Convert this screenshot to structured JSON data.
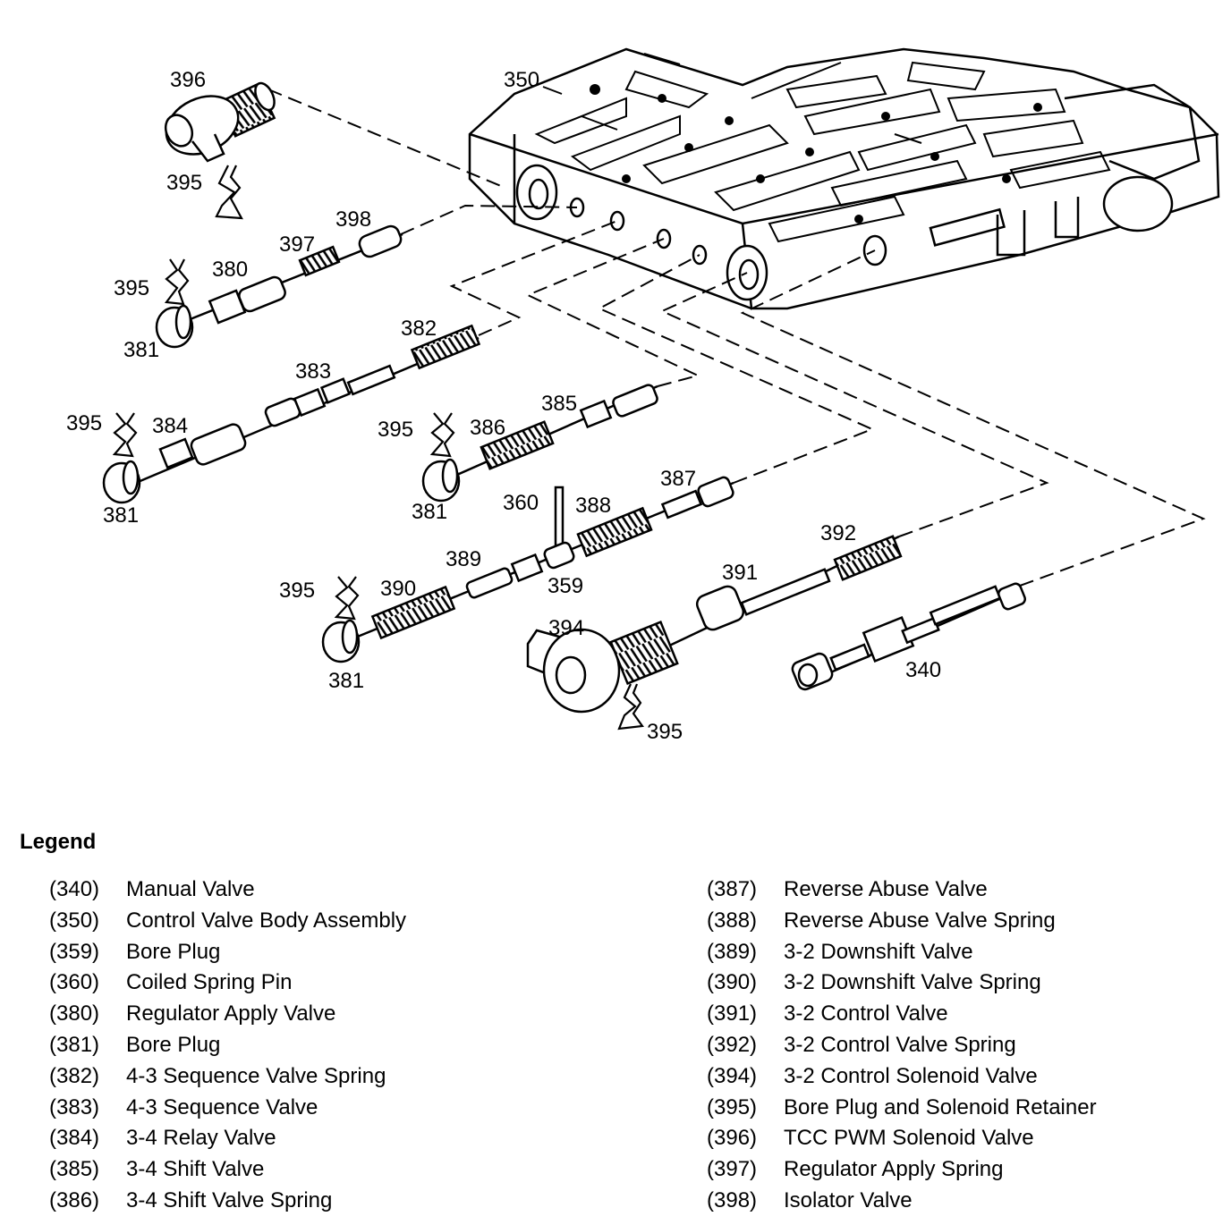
{
  "diagram": {
    "callouts": {
      "c396": "396",
      "c350": "350",
      "c395a": "395",
      "c398": "398",
      "c397": "397",
      "c395b": "395",
      "c380": "380",
      "c381a": "381",
      "c382": "382",
      "c383": "383",
      "c395c": "395",
      "c384": "384",
      "c381b": "381",
      "c385": "385",
      "c395d": "395",
      "c386": "386",
      "c381c": "381",
      "c360": "360",
      "c388": "388",
      "c387": "387",
      "c389": "389",
      "c359": "359",
      "c392": "392",
      "c391": "391",
      "c395e": "395",
      "c390": "390",
      "c394": "394",
      "c381d": "381",
      "c340": "340",
      "c395f": "395"
    }
  },
  "legend": {
    "title": "Legend",
    "left": [
      {
        "code": "(340)",
        "name": "Manual Valve"
      },
      {
        "code": "(350)",
        "name": "Control Valve Body Assembly"
      },
      {
        "code": "(359)",
        "name": "Bore Plug"
      },
      {
        "code": "(360)",
        "name": "Coiled Spring Pin"
      },
      {
        "code": "(380)",
        "name": "Regulator Apply Valve"
      },
      {
        "code": "(381)",
        "name": "Bore Plug"
      },
      {
        "code": "(382)",
        "name": "4-3 Sequence Valve Spring"
      },
      {
        "code": "(383)",
        "name": "4-3 Sequence Valve"
      },
      {
        "code": "(384)",
        "name": "3-4 Relay Valve"
      },
      {
        "code": "(385)",
        "name": "3-4 Shift Valve"
      },
      {
        "code": "(386)",
        "name": "3-4 Shift Valve Spring"
      }
    ],
    "right": [
      {
        "code": "(387)",
        "name": "Reverse Abuse Valve"
      },
      {
        "code": "(388)",
        "name": "Reverse Abuse Valve Spring"
      },
      {
        "code": "(389)",
        "name": "3-2 Downshift Valve"
      },
      {
        "code": "(390)",
        "name": "3-2 Downshift Valve Spring"
      },
      {
        "code": "(391)",
        "name": "3-2 Control Valve"
      },
      {
        "code": "(392)",
        "name": "3-2 Control Valve Spring"
      },
      {
        "code": "(394)",
        "name": "3-2 Control Solenoid Valve"
      },
      {
        "code": "(395)",
        "name": "Bore Plug and Solenoid Retainer"
      },
      {
        "code": "(396)",
        "name": "TCC PWM Solenoid Valve"
      },
      {
        "code": "(397)",
        "name": "Regulator Apply Spring"
      },
      {
        "code": "(398)",
        "name": "Isolator Valve"
      }
    ]
  }
}
